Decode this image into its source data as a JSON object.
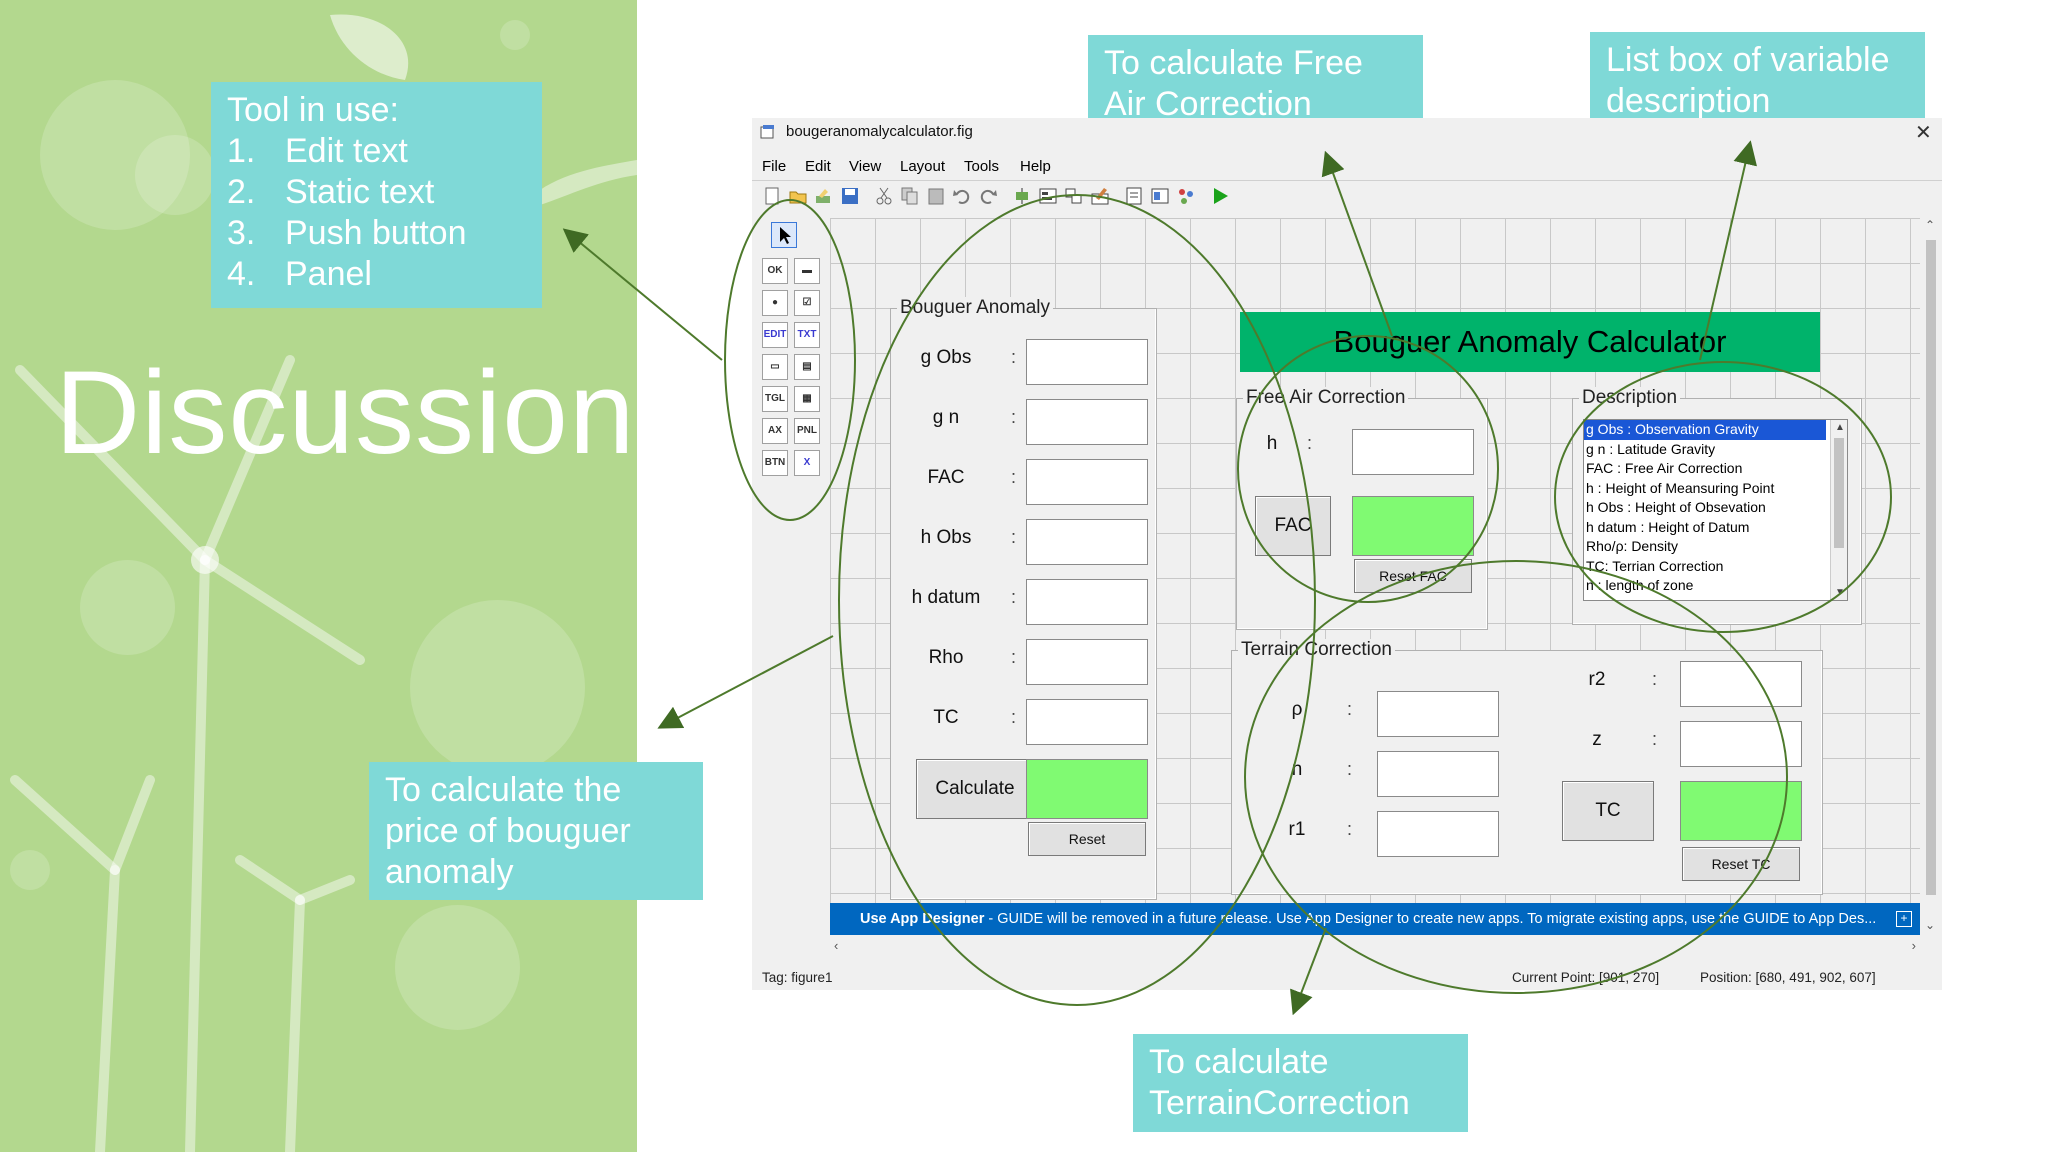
{
  "slide": {
    "heading": "Discussion"
  },
  "callouts": {
    "tools": {
      "title": "Tool in use:",
      "items": [
        {
          "num": "1.",
          "text": "Edit text"
        },
        {
          "num": "2.",
          "text": "Static text"
        },
        {
          "num": "3.",
          "text": "Push button"
        },
        {
          "num": "4.",
          "text": "Panel"
        }
      ]
    },
    "fac": "To calculate Free Air Correction",
    "listbox": "List box of variable description",
    "price": "To calculate the price of bouguer anomaly",
    "terrain": "To calculate TerrainCorrection"
  },
  "window": {
    "title": "bougeranomalycalculator.fig",
    "menu": [
      "File",
      "Edit",
      "View",
      "Layout",
      "Tools",
      "Help"
    ],
    "palette": [
      "OK",
      "▬",
      "●",
      "☑",
      "EDIT",
      "TXT",
      "▭",
      "▤",
      "TGL",
      "▦",
      "AX",
      "PNL",
      "BTN",
      "X"
    ],
    "banner": {
      "bold": "Use App Designer",
      "text": " - GUIDE will be removed in a future release. Use App Designer to create new apps. To migrate existing apps, use the GUIDE to App Des..."
    },
    "status": {
      "tag": "Tag: figure1",
      "current_point": "Current Point:  [901, 270]",
      "position": "Position: [680, 491, 902, 607]"
    }
  },
  "app": {
    "title": "Bouguer Anomaly Calculator",
    "bouguer_panel": {
      "title": "Bouguer Anomaly",
      "fields": [
        "g Obs",
        "g n",
        "FAC",
        "h Obs",
        "h datum",
        "Rho",
        "TC"
      ],
      "colon": ":",
      "calculate": "Calculate",
      "reset": "Reset"
    },
    "fac_panel": {
      "title": "Free Air Correction",
      "field": "h",
      "button": "FAC",
      "reset": "Reset FAC"
    },
    "description_panel": {
      "title": "Description",
      "items": [
        "g Obs  : Observation Gravity",
        "g n  : Latitude Gravity",
        "FAC  : Free Air Correction",
        "h  : Height of Meansuring Point",
        "h Obs  : Height of Obsevation",
        "h datum   : Height of Datum",
        "Rho/ρ: Density",
        "TC: Terrian Correction",
        "n  : length of zone"
      ]
    },
    "terrain_panel": {
      "title": "Terrain Correction",
      "left_fields": [
        "ρ",
        "n",
        "r1"
      ],
      "right_fields": [
        "r2",
        "z"
      ],
      "button": "TC",
      "reset": "Reset TC"
    }
  },
  "colors": {
    "slide_green": "#b3d88e",
    "callout": "#7fd9d7",
    "app_title_bar": "#00b36b",
    "result_box": "#80fa72",
    "banner": "#0067c0",
    "annotation_line": "#4e7a2c"
  }
}
